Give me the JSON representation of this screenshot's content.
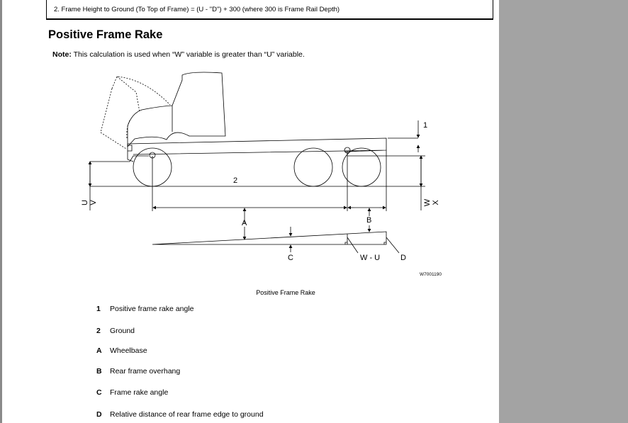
{
  "doc": {
    "formula_line": "2. Frame Height to Ground (To Top of Frame) = (U - \"D\") + 300 (where 300 is Frame Rail Depth)",
    "title": "Positive Frame Rake",
    "note_label": "Note:",
    "note_text": " This calculation is used when “W” variable is greater than “U” variable.",
    "figure": {
      "labels": {
        "one": "1",
        "two": "2",
        "a": "A",
        "b": "B",
        "c": "C",
        "d": "D",
        "wu": "W - U",
        "u": "U",
        "v": "V",
        "w": "W",
        "x": "X"
      },
      "figure_id": "W7001190",
      "caption": "Positive Frame Rake"
    },
    "legend": [
      {
        "key": "1",
        "text": "Positive frame rake angle"
      },
      {
        "key": "2",
        "text": "Ground"
      },
      {
        "key": "A",
        "text": "Wheelbase"
      },
      {
        "key": "B",
        "text": "Rear frame overhang"
      },
      {
        "key": "C",
        "text": "Frame rake angle"
      },
      {
        "key": "D",
        "text": "Relative distance of rear frame edge to ground"
      }
    ]
  }
}
